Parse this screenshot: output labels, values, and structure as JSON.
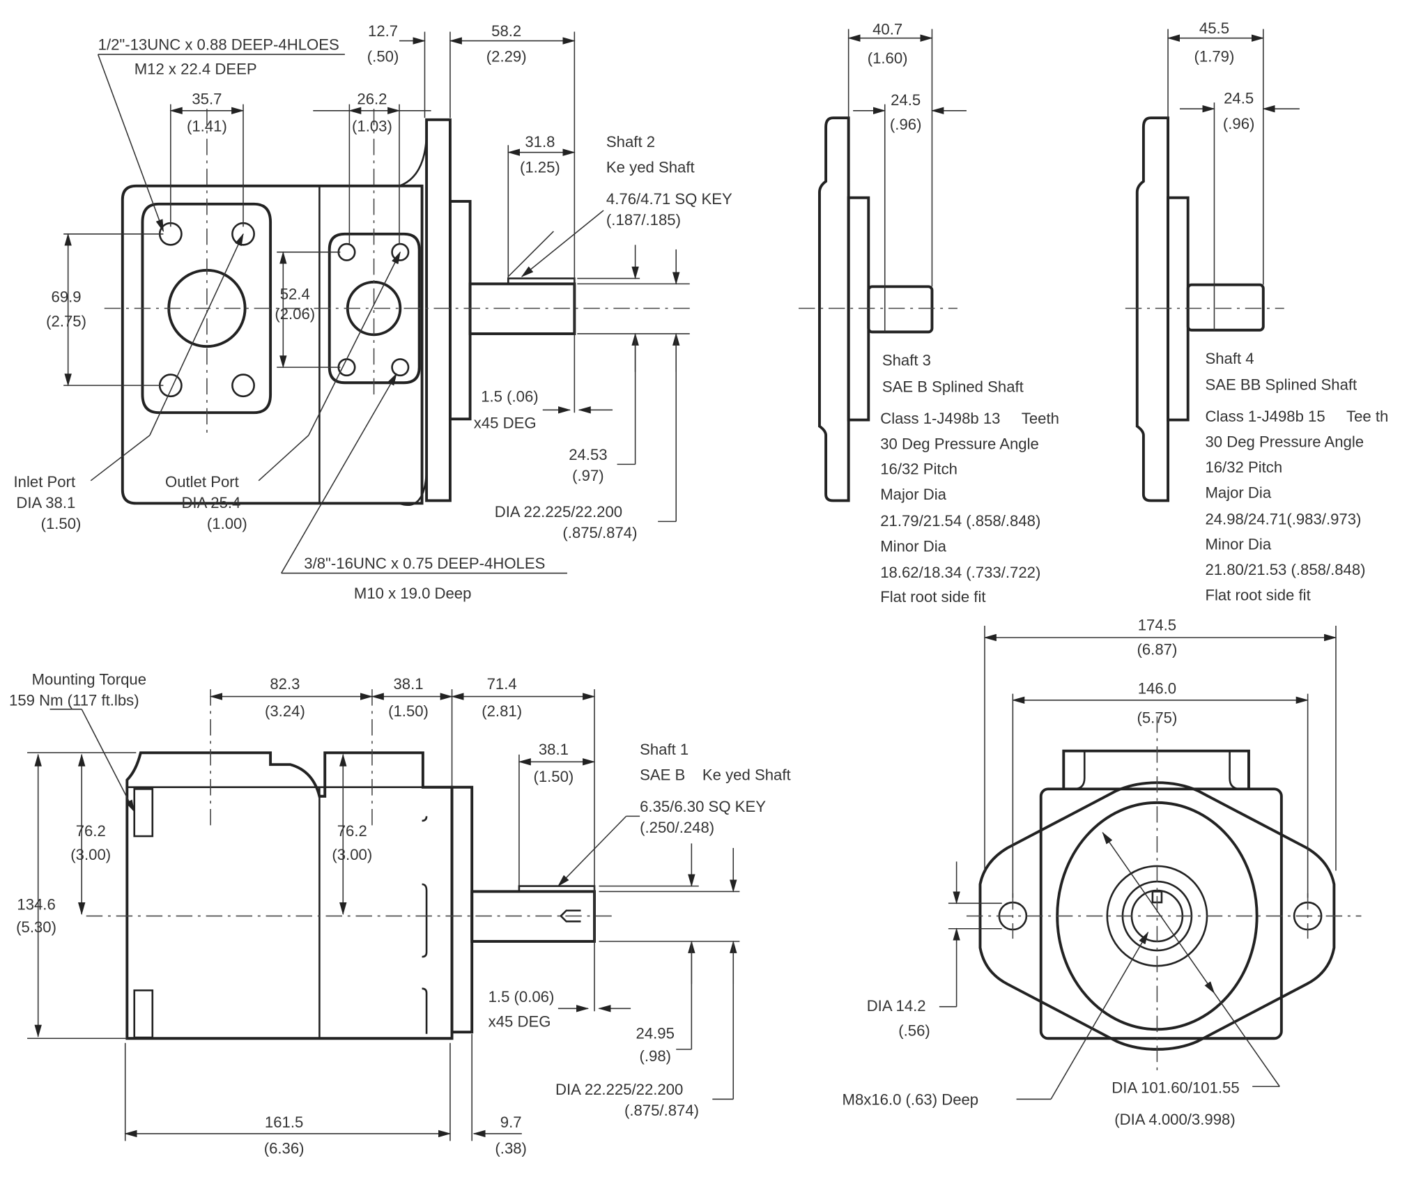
{
  "colors": {
    "line": "#222222",
    "text": "#333333",
    "background": "#ffffff"
  },
  "top_view": {
    "thread_callout_1": "1/2\"-13UNC x 0.88 DEEP-4HLOES",
    "thread_callout_1_metric": "M12 x 22.4 DEEP",
    "dim_12_7": "12.7",
    "dim_12_7_in": "(.50)",
    "dim_58_2": "58.2",
    "dim_58_2_in": "(2.29)",
    "dim_35_7": "35.7",
    "dim_35_7_in": "(1.41)",
    "dim_26_2": "26.2",
    "dim_26_2_in": "(1.03)",
    "dim_31_8": "31.8",
    "dim_31_8_in": "(1.25)",
    "dim_69_9": "69.9",
    "dim_69_9_in": "(2.75)",
    "dim_52_4": "52.4",
    "dim_52_4_in": "(2.06)",
    "shaft2_title": "Shaft 2",
    "shaft2_type": "Ke yed Shaft",
    "shaft2_key": "4.76/4.71 SQ KEY",
    "shaft2_key_in": "(.187/.185)",
    "chamfer": "1.5 (.06)",
    "chamfer_angle": "x45 DEG",
    "dim_24_53": "24.53",
    "dim_24_53_in": "(.97)",
    "shaft_dia": "DIA 22.225/22.200",
    "shaft_dia_in": "(.875/.874)",
    "inlet_label": "Inlet Port",
    "inlet_dia": "DIA 38.1",
    "inlet_dia_in": "(1.50)",
    "outlet_label": "Outlet Port",
    "outlet_dia": "DIA 25.4",
    "outlet_dia_in": "(1.00)",
    "thread_callout_2": "3/8\"-16UNC x 0.75 DEEP-4HOLES",
    "thread_callout_2_metric": "M10 x 19.0 Deep"
  },
  "shaft3": {
    "dim_40_7": "40.7",
    "dim_40_7_in": "(1.60)",
    "dim_24_5": "24.5",
    "dim_24_5_in": "(.96)",
    "lines": [
      "Shaft 3",
      "SAE B Splined Shaft",
      "Class 1-J498b 13     Teeth",
      "30 Deg Pressure Angle",
      "16/32 Pitch",
      "Major Dia",
      "21.79/21.54 (.858/.848)",
      "Minor Dia",
      "18.62/18.34 (.733/.722)",
      "Flat root side fit"
    ]
  },
  "shaft4": {
    "dim_45_5": "45.5",
    "dim_45_5_in": "(1.79)",
    "dim_24_5": "24.5",
    "dim_24_5_in": "(.96)",
    "lines": [
      "Shaft 4",
      "SAE BB Splined Shaft",
      "Class 1-J498b 15     Tee th",
      "30 Deg Pressure Angle",
      "16/32 Pitch",
      "Major Dia",
      "24.98/24.71(.983/.973)",
      "Minor Dia",
      "21.80/21.53 (.858/.848)",
      "Flat root side fit"
    ]
  },
  "side_view": {
    "torque_label": "Mounting Torque",
    "torque_value": "159 Nm (117 ft.lbs)",
    "dim_82_3": "82.3",
    "dim_82_3_in": "(3.24)",
    "dim_38_1": "38.1",
    "dim_38_1_in": "(1.50)",
    "dim_71_4": "71.4",
    "dim_71_4_in": "(2.81)",
    "dim_38_1b": "38.1",
    "dim_38_1b_in": "(1.50)",
    "dim_76_2a": "76.2",
    "dim_76_2a_in": "(3.00)",
    "dim_76_2b": "76.2",
    "dim_76_2b_in": "(3.00)",
    "dim_134_6": "134.6",
    "dim_134_6_in": "(5.30)",
    "shaft1_title": "Shaft 1",
    "shaft1_type": "SAE B    Ke yed Shaft",
    "shaft1_key": "6.35/6.30 SQ KEY",
    "shaft1_key_in": "(.250/.248)",
    "chamfer": "1.5 (0.06)",
    "chamfer_angle": "x45 DEG",
    "dim_24_95": "24.95",
    "dim_24_95_in": "(.98)",
    "shaft_dia": "DIA 22.225/22.200",
    "shaft_dia_in": "(.875/.874)",
    "dim_161_5": "161.5",
    "dim_161_5_in": "(6.36)",
    "dim_9_7": "9.7",
    "dim_9_7_in": "(.38)"
  },
  "front_view": {
    "dim_174_5": "174.5",
    "dim_174_5_in": "(6.87)",
    "dim_146_0": "146.0",
    "dim_146_0_in": "(5.75)",
    "hole_dia": "DIA 14.2",
    "hole_dia_in": "(.56)",
    "tap": "M8x16.0 (.63) Deep",
    "pilot_dia": "DIA 101.60/101.55",
    "pilot_dia_in": "(DIA 4.000/3.998)"
  }
}
